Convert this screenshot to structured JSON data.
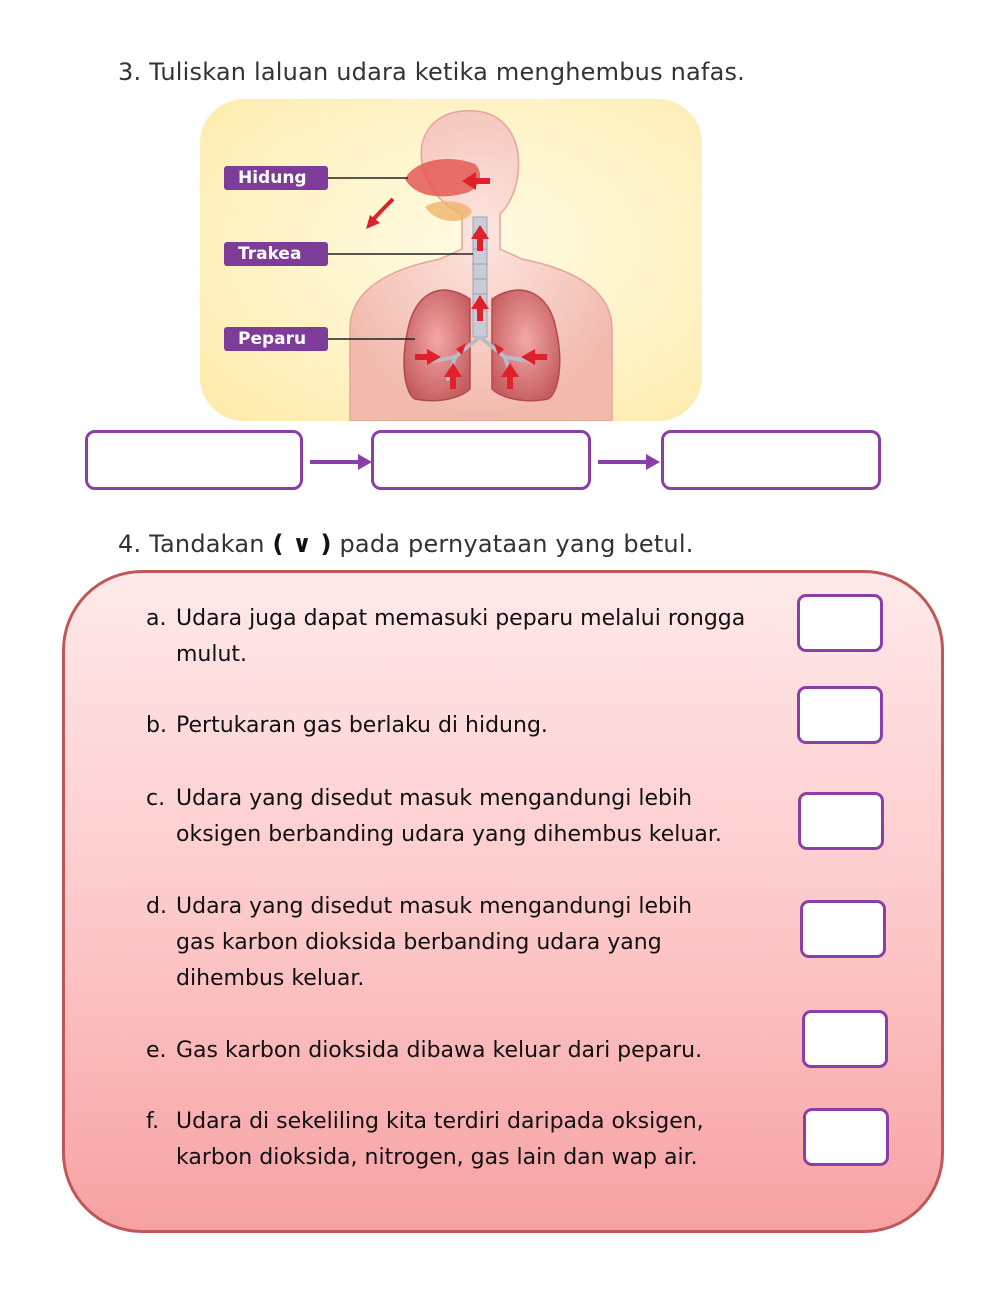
{
  "question3": {
    "title": "3. Tuliskan laluan udara ketika menghembus nafas.",
    "labels": [
      "Hidung",
      "Trakea",
      "Peparu"
    ]
  },
  "question4": {
    "title_before": "4. Tandakan",
    "title_mark": "( ∨ )",
    "title_after": "pada pernyataan yang betul.",
    "statements": [
      {
        "letter": "a.",
        "lines": [
          "Udara juga dapat memasuki peparu melalui rongga",
          "mulut."
        ]
      },
      {
        "letter": "b.",
        "lines": [
          "Pertukaran gas berlaku di hidung."
        ]
      },
      {
        "letter": "c.",
        "lines": [
          "Udara yang disedut masuk mengandungi lebih",
          "oksigen berbanding udara yang dihembus keluar."
        ]
      },
      {
        "letter": "d.",
        "lines": [
          "Udara yang disedut masuk mengandungi lebih",
          "gas karbon dioksida berbanding udara yang",
          "dihembus keluar."
        ]
      },
      {
        "letter": "e.",
        "lines": [
          "Gas karbon dioksida dibawa keluar dari peparu."
        ]
      },
      {
        "letter": "f.",
        "lines": [
          "Udara di sekeliling kita terdiri daripada oksigen,",
          "karbon dioksida, nitrogen, gas lain dan wap air."
        ]
      }
    ]
  },
  "colors": {
    "accent_purple": "#8a3fa8",
    "label_purple": "#7c3c98",
    "panel_border": "#c0575a",
    "arrow_red": "#e0202a"
  }
}
